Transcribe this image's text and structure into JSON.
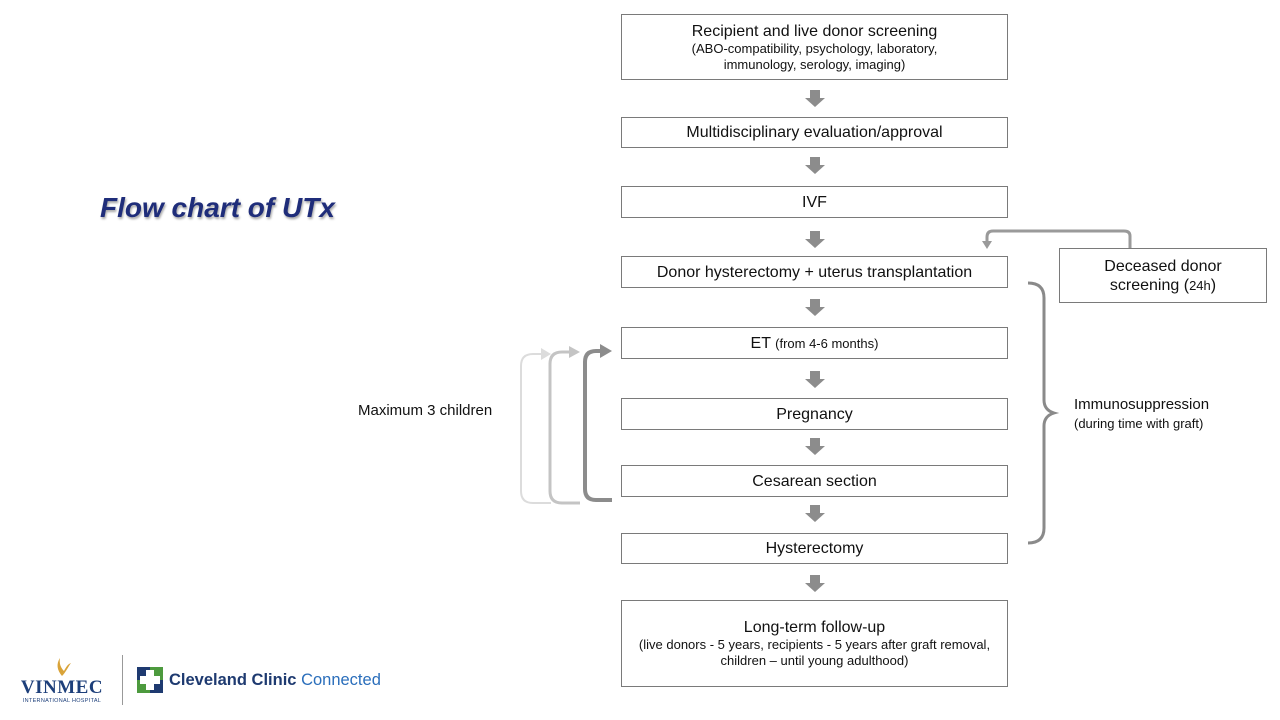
{
  "title": "Flow chart of UTx",
  "steps": [
    {
      "id": "screening",
      "main": "Recipient and live donor screening",
      "sub": "(ABO-compatibility, psychology, laboratory, immunology, serology, imaging)"
    },
    {
      "id": "evaluation",
      "main": "Multidisciplinary evaluation/approval"
    },
    {
      "id": "ivf",
      "main": "IVF"
    },
    {
      "id": "transplant",
      "main": "Donor hysterectomy + uterus transplantation"
    },
    {
      "id": "et",
      "main": "ET",
      "note": "(from 4-6 months)"
    },
    {
      "id": "pregnancy",
      "main": "Pregnancy"
    },
    {
      "id": "cesarean",
      "main": "Cesarean section"
    },
    {
      "id": "hysterectomy",
      "main": "Hysterectomy"
    },
    {
      "id": "followup",
      "main": "Long-term follow-up",
      "sub": "(live donors - 5 years, recipients - 5 years after graft removal, children – until young adulthood)"
    }
  ],
  "deceased_donor": {
    "line1": "Deceased donor",
    "line2": "screening (",
    "note": "24h",
    "close": ")"
  },
  "loop_label": "Maximum 3 children",
  "immuno": {
    "main": "Immunosuppression",
    "sub": "(during time with graft)"
  },
  "logos": {
    "vinmec": "VINMEC",
    "vinmec_sub": "INTERNATIONAL HOSPITAL",
    "cleveland_name": "Cleveland Clinic",
    "cleveland_connected": "Connected"
  },
  "colors": {
    "title": "#1f2d7a",
    "box_border": "#7a7a7a",
    "arrow": "#8c8c8c",
    "vinmec_gold": "#d9a338",
    "vinmec_blue": "#1d3f7a",
    "cleveland_blue": "#1e3a70",
    "cleveland_green": "#4d9a3e"
  }
}
